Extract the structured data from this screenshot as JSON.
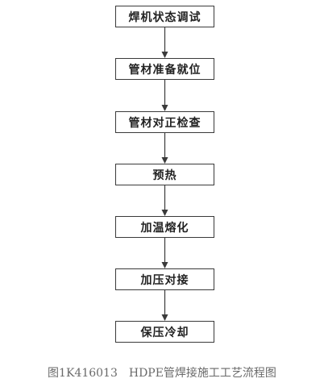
{
  "steps": [
    {
      "label": "焊机状态调试"
    },
    {
      "label": "管材准备就位"
    },
    {
      "label": "管材对正检查"
    },
    {
      "label": "预热"
    },
    {
      "label": "加温熔化"
    },
    {
      "label": "加压对接"
    },
    {
      "label": "保压冷却"
    }
  ],
  "caption": "图1K416013　HDPE管焊接施工工艺流程图",
  "colors": {
    "line": "#3a3a3a",
    "text": "#222222",
    "caption": "#6a6a6a"
  }
}
